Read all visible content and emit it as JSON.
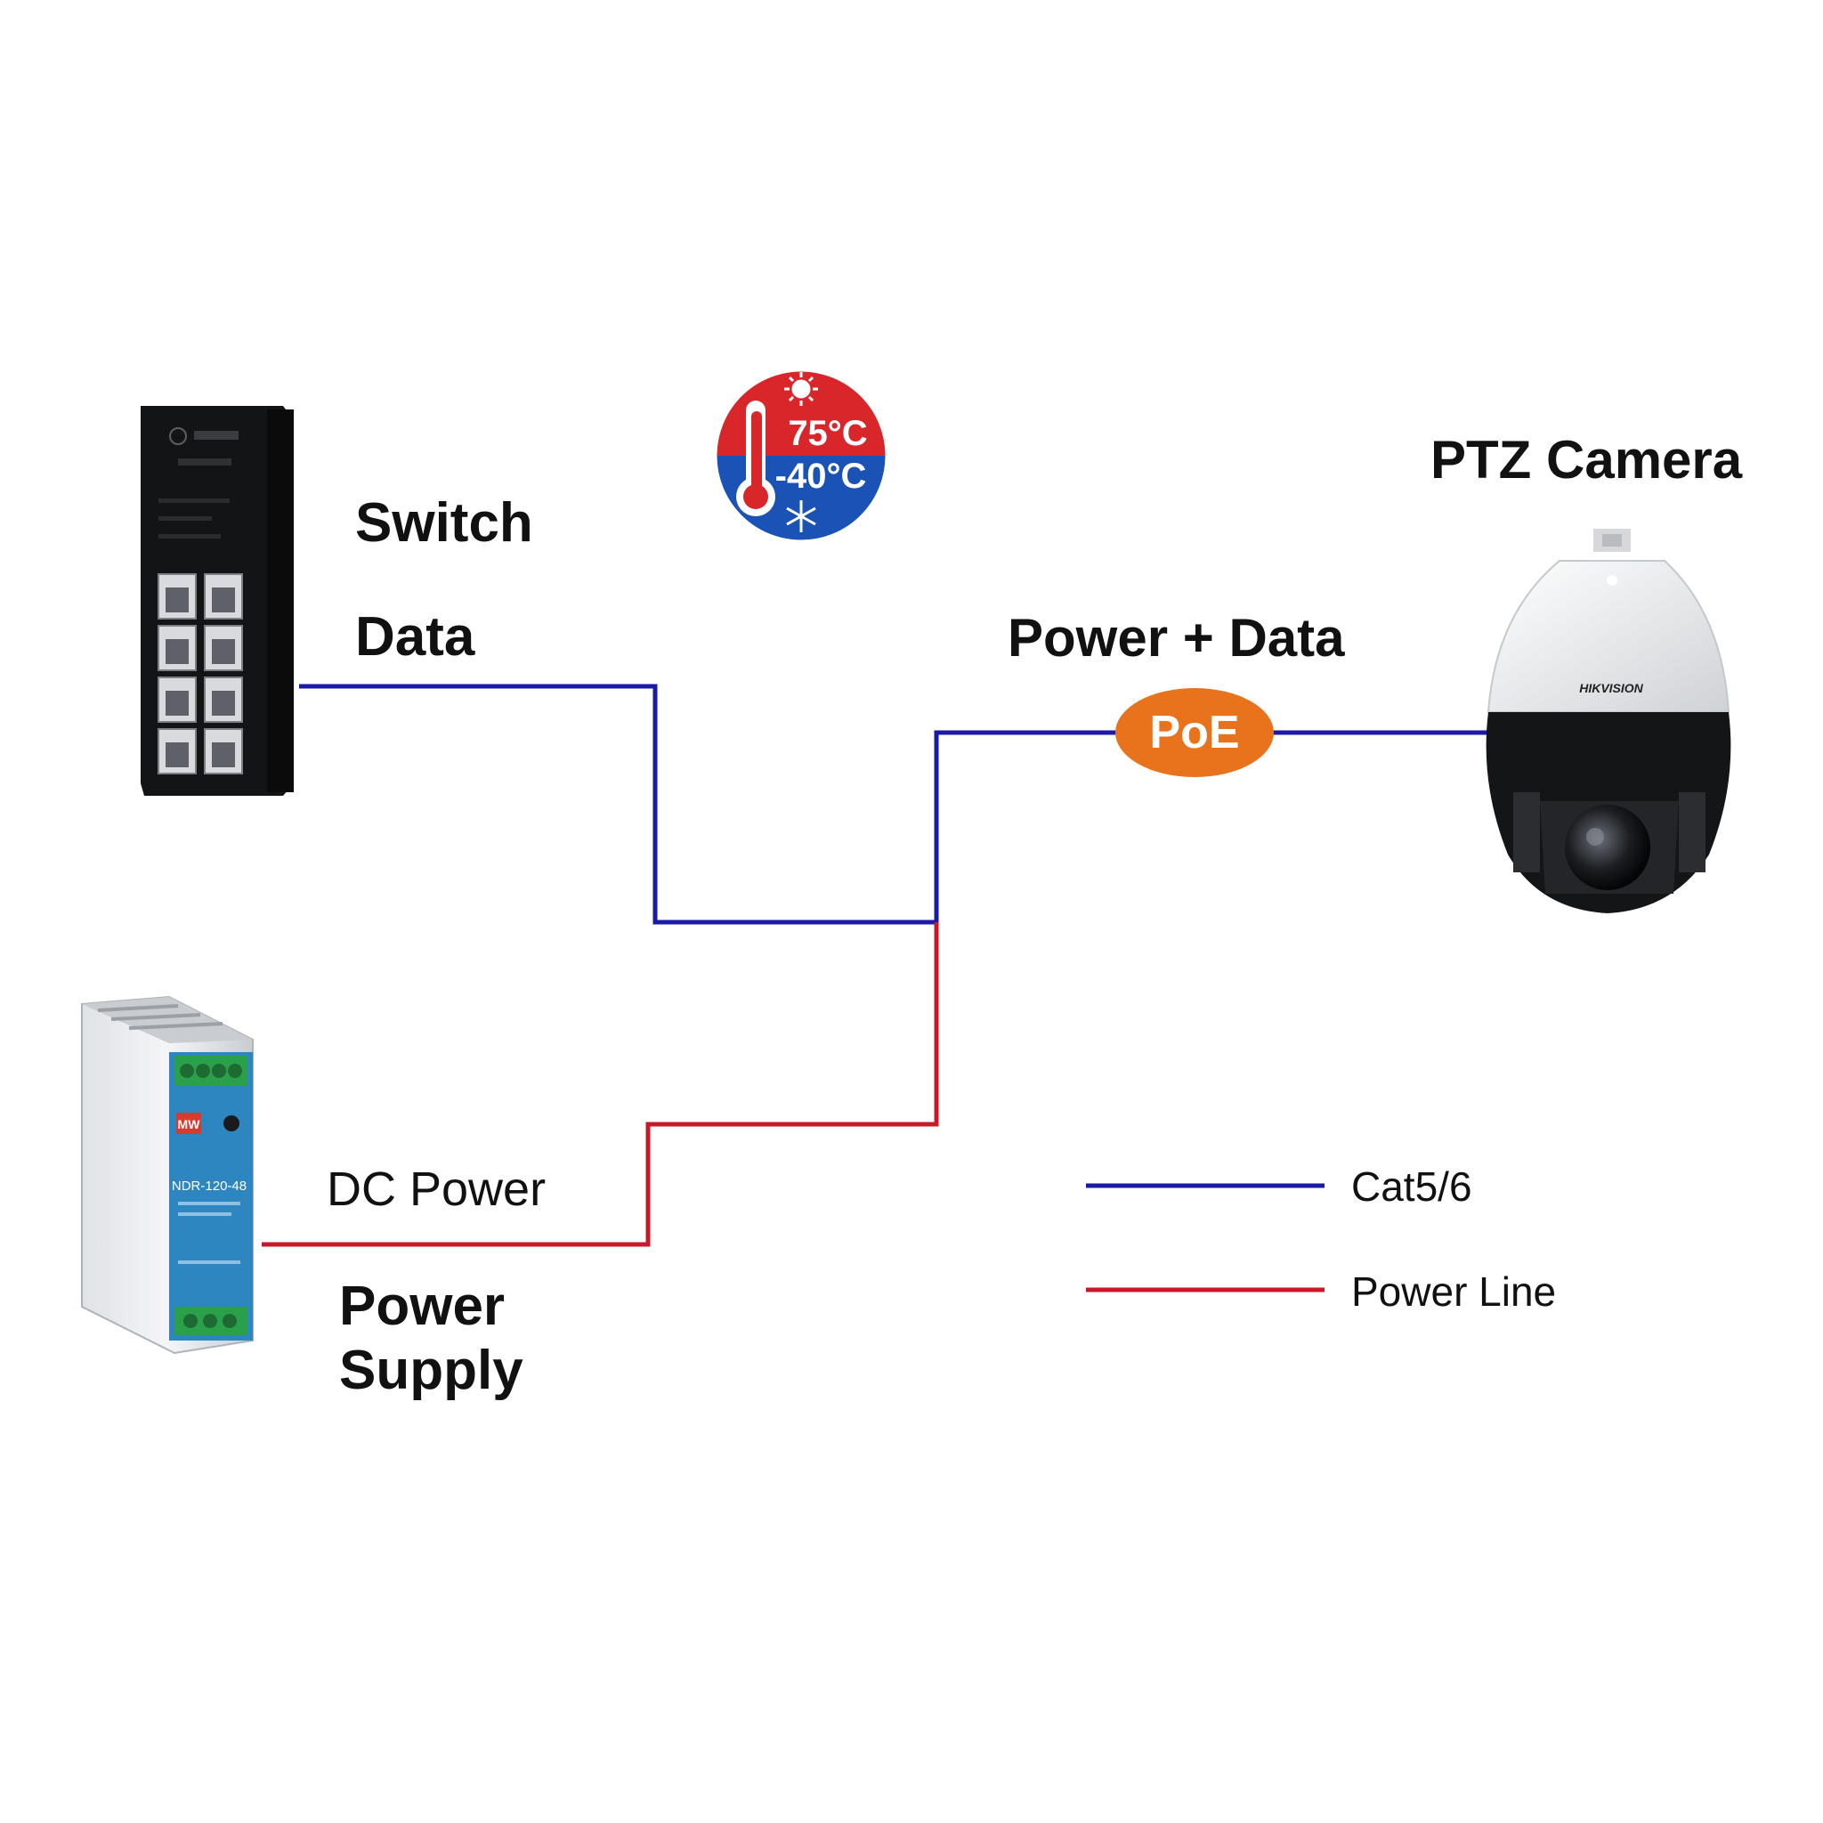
{
  "labels": {
    "switch": "Switch",
    "data": "Data",
    "power_data": "Power + Data",
    "ptz_camera": "PTZ Camera",
    "dc_power": "DC Power",
    "power_supply_line1": "Power",
    "power_supply_line2": "Supply"
  },
  "poe_badge": "PoE",
  "temperature": {
    "high": "75°C",
    "low": "-40°C"
  },
  "camera_brand": "HIKVISION",
  "psu_brand": "MW",
  "psu_model": "NDR-120-48",
  "legend": {
    "cat": "Cat5/6",
    "power": "Power Line"
  },
  "colors": {
    "data_line": "#1a1aa6",
    "power_line": "#c8182a",
    "poe_badge": "#e8731c",
    "temp_hot": "#d8262a",
    "temp_cold": "#1a52b5",
    "psu_label_panel": "#2e86c1"
  }
}
